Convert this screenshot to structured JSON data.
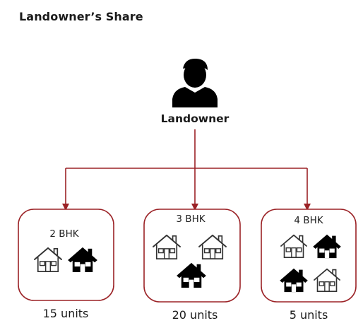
{
  "title": "Landowner’s Share",
  "root": {
    "label": "Landowner",
    "icon": "person-icon"
  },
  "colors": {
    "accent": "#9b2226",
    "house_filled": "#000000",
    "house_outline": "#333333"
  },
  "units": [
    {
      "type": "2 BHK",
      "units_label": "15 units",
      "houses": [
        "outline",
        "filled"
      ]
    },
    {
      "type": "3 BHK",
      "units_label": "20 units",
      "houses": [
        "outline",
        "outline",
        "filled"
      ]
    },
    {
      "type": "4 BHK",
      "units_label": "5 units",
      "houses": [
        "outline",
        "filled",
        "filled",
        "outline"
      ]
    }
  ]
}
